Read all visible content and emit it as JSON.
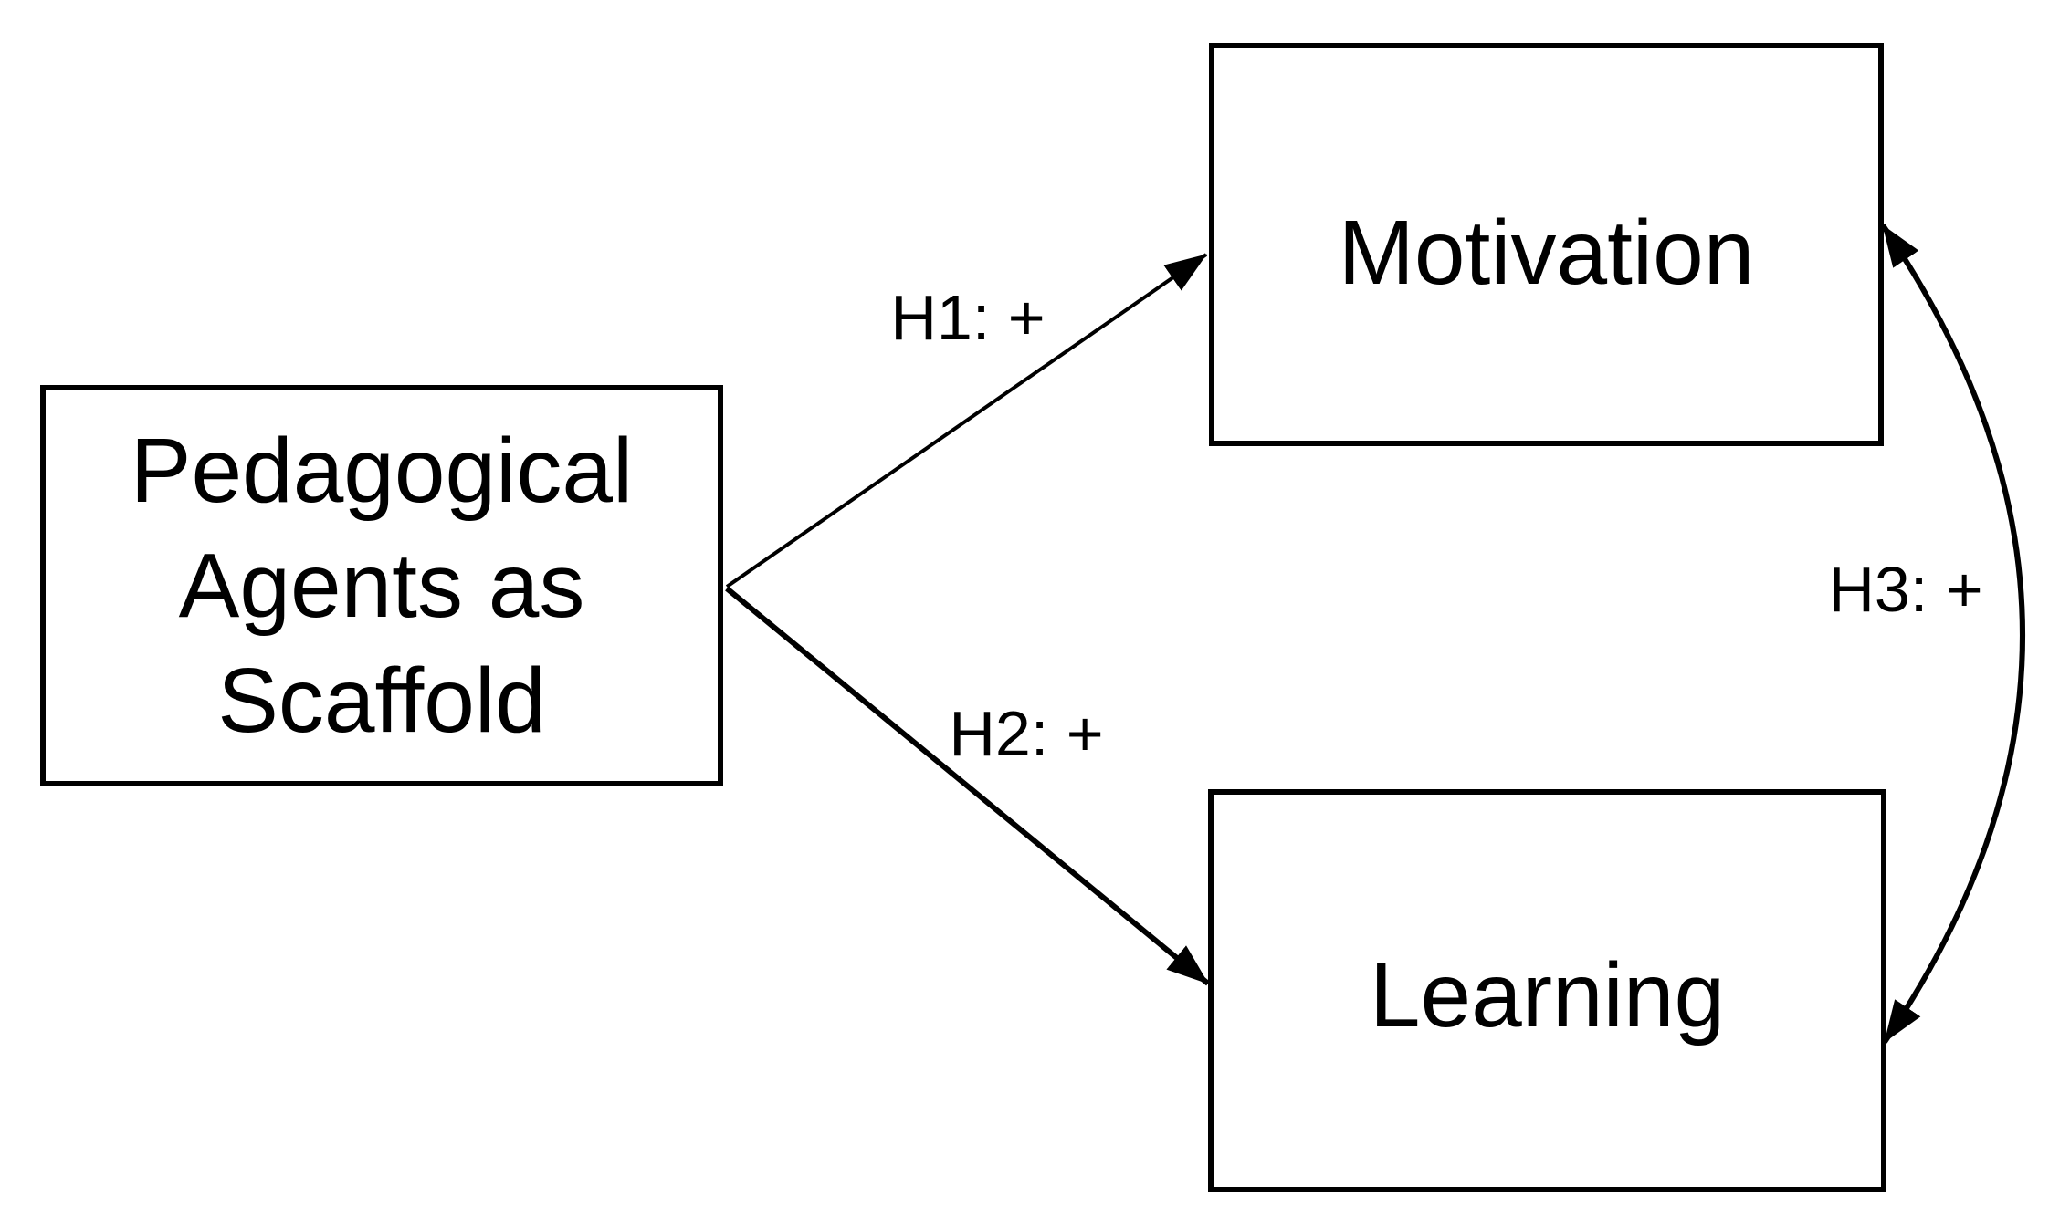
{
  "diagram": {
    "background_color": "#ffffff",
    "stroke_color": "#000000",
    "nodes": {
      "predictor": {
        "lines": [
          "Pedagogical",
          "Agents as",
          "Scaffold"
        ]
      },
      "motivation": {
        "label": "Motivation"
      },
      "learning": {
        "label": "Learning"
      }
    },
    "edges": {
      "h1": {
        "label": "H1: +",
        "from": "predictor",
        "to": "motivation",
        "style": "straight-single-arrow"
      },
      "h2": {
        "label": "H2: +",
        "from": "predictor",
        "to": "learning",
        "style": "straight-single-arrow"
      },
      "h3": {
        "label": "H3: +",
        "from": "motivation",
        "to": "learning",
        "style": "curved-double-arrow"
      }
    }
  }
}
